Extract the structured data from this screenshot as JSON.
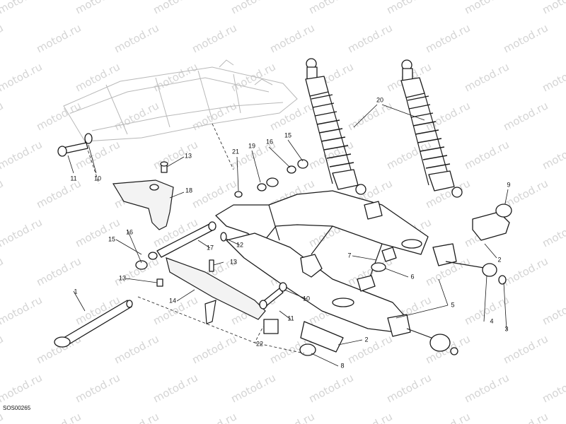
{
  "watermark": {
    "text": "motod.ru"
  },
  "drawing_ref": "SOS00265",
  "callouts": {
    "c1": "1",
    "c2a": "2",
    "c2b": "2",
    "c3": "3",
    "c4": "4",
    "c5": "5",
    "c6": "6",
    "c7": "7",
    "c8": "8",
    "c9": "9",
    "c10a": "10",
    "c10b": "10",
    "c11a": "11",
    "c11b": "11",
    "c12": "12",
    "c13a": "13",
    "c13b": "13",
    "c13c": "13",
    "c14": "14",
    "c15a": "15",
    "c15b": "15",
    "c16a": "16",
    "c16b": "16",
    "c17": "17",
    "c18": "18",
    "c19": "19",
    "c20": "20",
    "c21": "21",
    "c22": "22"
  }
}
